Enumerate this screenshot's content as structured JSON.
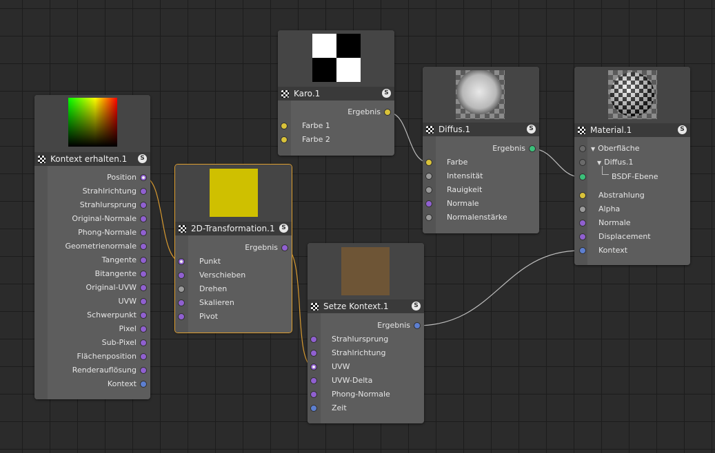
{
  "colors": {
    "vector_port": "#9060d0",
    "color_port": "#d9c23a",
    "float_port": "#9a9a9a",
    "context_port": "#5d7fd0",
    "material_port": "#3cc07a",
    "selected_outline": "#e0a030"
  },
  "nodes": {
    "kontext": {
      "title": "Kontext erhalten.1",
      "preview": "gradient",
      "outputs": [
        "Position",
        "Strahlrichtung",
        "Strahlursprung",
        "Original-Normale",
        "Phong-Normale",
        "Geometrienormale",
        "Tangente",
        "Bitangente",
        "Original-UVW",
        "UVW",
        "Schwerpunkt",
        "Pixel",
        "Sub-Pixel",
        "Flächenposition",
        "Renderauflösung",
        "Kontext"
      ]
    },
    "transform": {
      "title": "2D-Transformation.1",
      "output": "Ergebnis",
      "inputs": [
        "Punkt",
        "Verschieben",
        "Drehen",
        "Skalieren",
        "Pivot"
      ]
    },
    "karo": {
      "title": "Karo.1",
      "output": "Ergebnis",
      "inputs": [
        "Farbe 1",
        "Farbe 2"
      ]
    },
    "diffus": {
      "title": "Diffus.1",
      "output": "Ergebnis",
      "inputs": [
        "Farbe",
        "Intensität",
        "Rauigkeit",
        "Normale",
        "Normalenstärke"
      ]
    },
    "setze": {
      "title": "Setze Kontext.1",
      "output": "Ergebnis",
      "inputs": [
        "Strahlursprung",
        "Strahlrichtung",
        "UVW",
        "UVW-Delta",
        "Phong-Normale",
        "Zeit"
      ]
    },
    "material": {
      "title": "Material.1",
      "tree": [
        "Oberfläche",
        "Diffus.1",
        "BSDF-Ebene"
      ],
      "inputs": [
        "Abstrahlung",
        "Alpha",
        "Normale",
        "Displacement",
        "Kontext"
      ]
    }
  },
  "solo_label": "S"
}
